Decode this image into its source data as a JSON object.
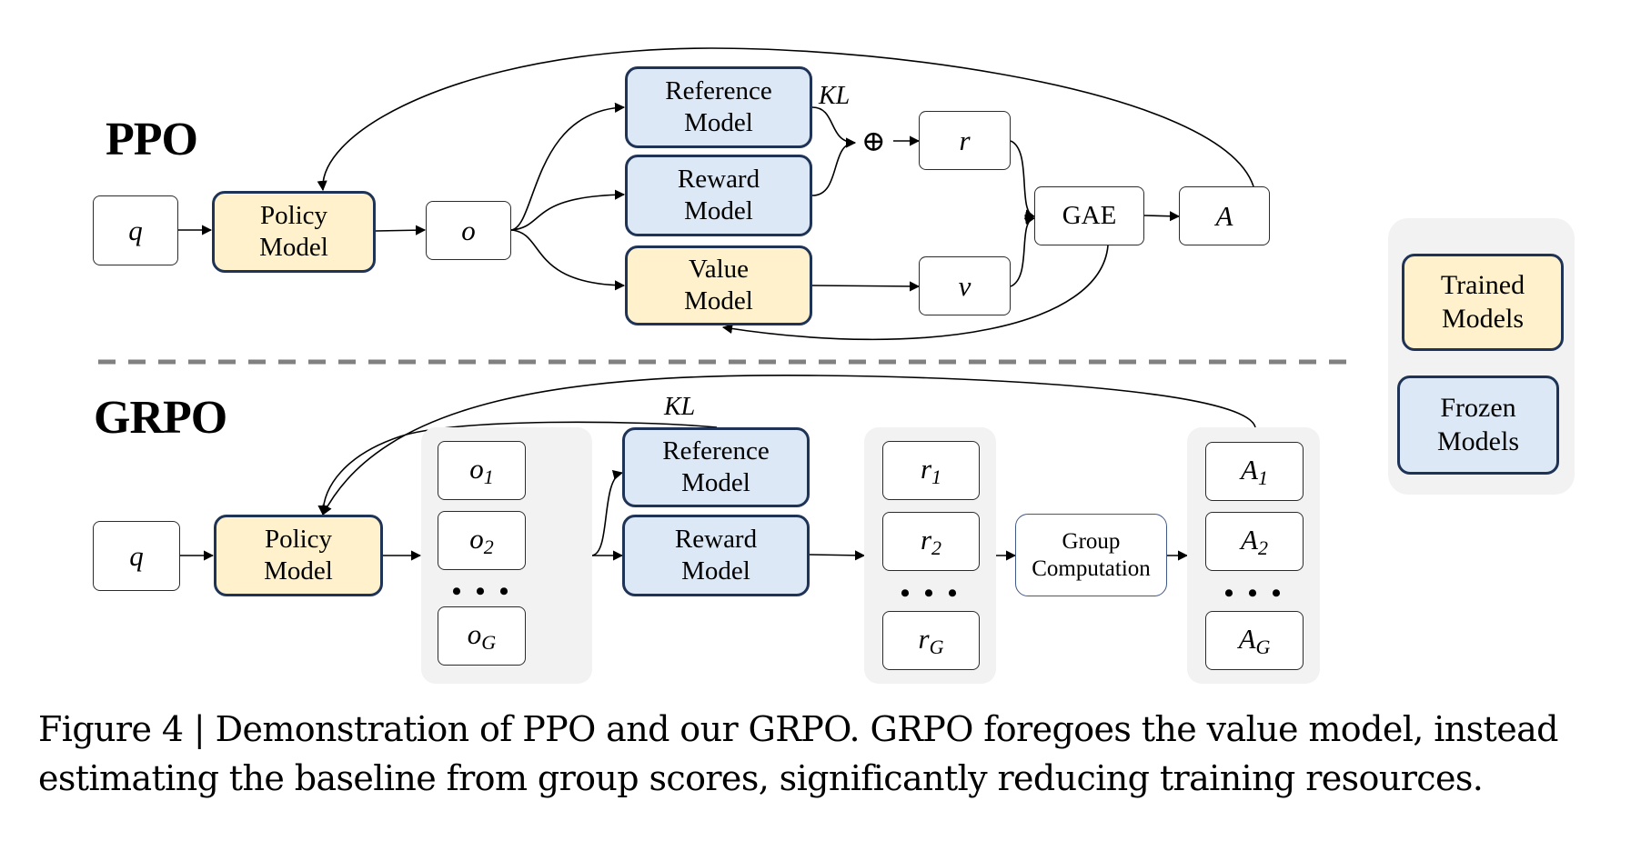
{
  "ppo": {
    "title": "PPO",
    "q": "q",
    "policy_model": [
      "Policy",
      "Model"
    ],
    "o": "o",
    "reference_model": [
      "Reference",
      "Model"
    ],
    "reward_model": [
      "Reward",
      "Model"
    ],
    "value_model": [
      "Value",
      "Model"
    ],
    "kl_label": "KL",
    "sum_symbol": "⊕",
    "r": "r",
    "v": "v",
    "gae": "GAE",
    "a": "A"
  },
  "grpo": {
    "title": "GRPO",
    "q": "q",
    "policy_model": [
      "Policy",
      "Model"
    ],
    "outputs": [
      {
        "base": "o",
        "sub": "1"
      },
      {
        "base": "o",
        "sub": "2"
      },
      {
        "base": "o",
        "sub": "G"
      }
    ],
    "reference_model": [
      "Reference",
      "Model"
    ],
    "reward_model": [
      "Reward",
      "Model"
    ],
    "kl_label": "KL",
    "rewards": [
      {
        "base": "r",
        "sub": "1"
      },
      {
        "base": "r",
        "sub": "2"
      },
      {
        "base": "r",
        "sub": "G"
      }
    ],
    "group_computation": [
      "Group",
      "Computation"
    ],
    "advantages": [
      {
        "base": "A",
        "sub": "1"
      },
      {
        "base": "A",
        "sub": "2"
      },
      {
        "base": "A",
        "sub": "G"
      }
    ],
    "ellipsis": "• • •"
  },
  "legend": {
    "trained": [
      "Trained",
      "Models"
    ],
    "frozen": [
      "Frozen",
      "Models"
    ]
  },
  "colors": {
    "trained_fill": "#fff1cc",
    "frozen_fill": "#dce8f6",
    "model_border": "#1e3356",
    "panel_fill": "#f2f2f2",
    "divider": "#808080"
  },
  "caption": {
    "line1": "Figure 4 | Demonstration of PPO and our GRPO. GRPO foregoes the value model, instead",
    "line2": "estimating the baseline from group scores, significantly reducing training resources."
  }
}
